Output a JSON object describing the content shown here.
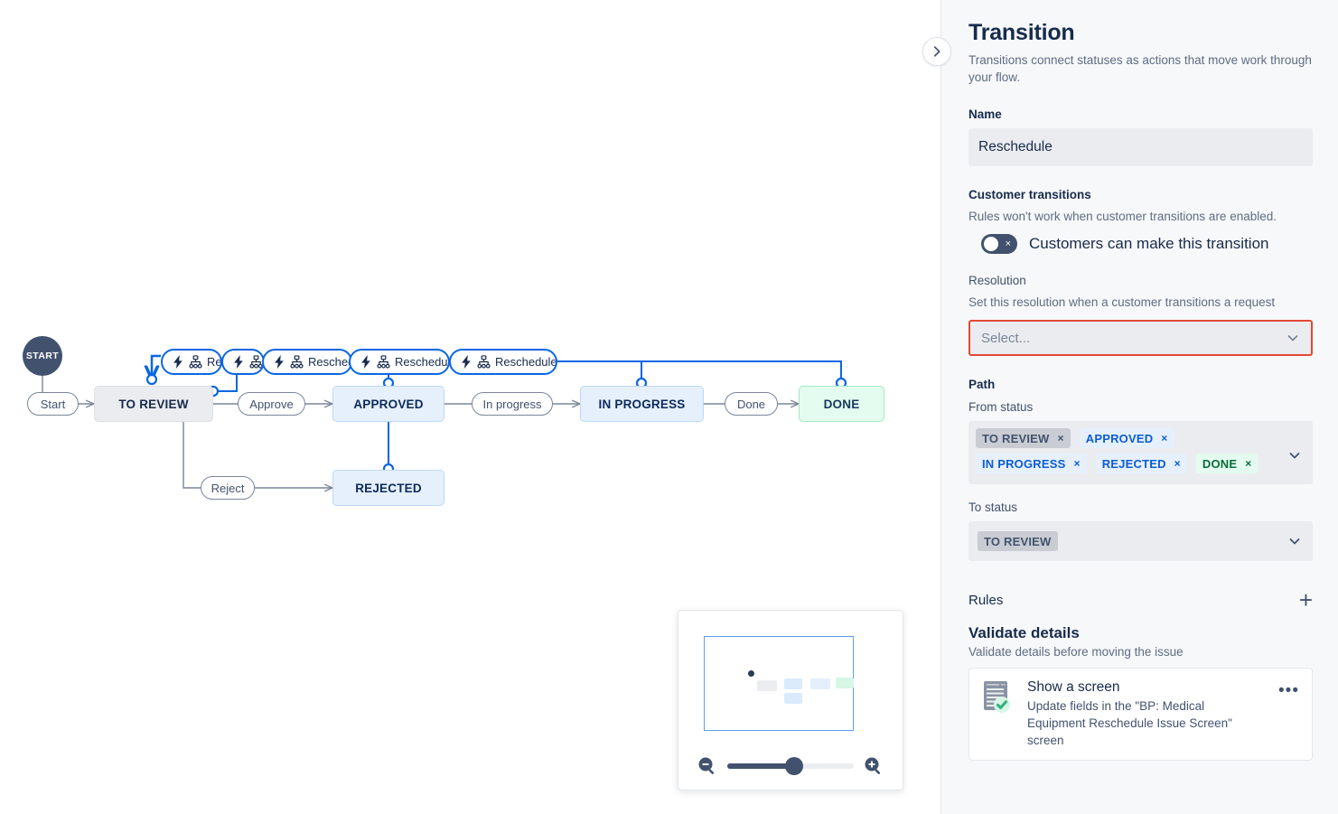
{
  "canvas": {
    "start_node": {
      "label": "START"
    },
    "statuses": [
      {
        "id": "to-review",
        "label": "TO REVIEW",
        "color": "#ebecf0"
      },
      {
        "id": "approved",
        "label": "APPROVED",
        "color": "#e6f0fd"
      },
      {
        "id": "rejected",
        "label": "REJECTED",
        "color": "#e6f0fd"
      },
      {
        "id": "in-progress",
        "label": "IN PROGRESS",
        "color": "#e6f0fd"
      },
      {
        "id": "done",
        "label": "DONE",
        "color": "#e3fcef"
      }
    ],
    "transitions": [
      {
        "id": "start",
        "label": "Start"
      },
      {
        "id": "approve",
        "label": "Approve"
      },
      {
        "id": "reject",
        "label": "Reject"
      },
      {
        "id": "in-progress",
        "label": "In progress"
      },
      {
        "id": "done",
        "label": "Done"
      }
    ],
    "selected_transitions": [
      {
        "label": "Re"
      },
      {
        "label": ""
      },
      {
        "label": "Resched"
      },
      {
        "label": "Reschedule"
      },
      {
        "label": "Reschedule"
      }
    ],
    "selected_color": "#0b66e4"
  },
  "minimap": {
    "zoom_value": 53,
    "zoom_out_icon": "zoom-out-icon",
    "zoom_in_icon": "zoom-in-icon"
  },
  "panel": {
    "collapse_icon": "chevron-right-icon",
    "title": "Transition",
    "subtitle": "Transitions connect statuses as actions that move work through your flow.",
    "name": {
      "label": "Name",
      "value": "Reschedule"
    },
    "customer_transitions": {
      "label": "Customer transitions",
      "help": "Rules won't work when customer transitions are enabled.",
      "toggle_label": "Customers can make this transition",
      "toggle_state": "off",
      "toggle_glyph": "×"
    },
    "resolution": {
      "label": "Resolution",
      "help": "Set this resolution when a customer transitions a request",
      "placeholder": "Select...",
      "value": "",
      "has_error": true,
      "error_color": "#e34935"
    },
    "path": {
      "title": "Path",
      "from_label": "From status",
      "from_statuses": [
        {
          "label": "TO REVIEW",
          "variant": "chip-gray",
          "remove": "×"
        },
        {
          "label": "APPROVED",
          "variant": "chip-blue",
          "remove": "×"
        },
        {
          "label": "IN PROGRESS",
          "variant": "chip-blue",
          "remove": "×"
        },
        {
          "label": "REJECTED",
          "variant": "chip-blue",
          "remove": "×"
        },
        {
          "label": "DONE",
          "variant": "chip-green",
          "remove": "×"
        }
      ],
      "to_label": "To status",
      "to_status": {
        "label": "TO REVIEW",
        "variant": "chip-gray"
      }
    },
    "rules": {
      "title": "Rules",
      "add_glyph": "+",
      "group_title": "Validate details",
      "group_subtitle": "Validate details before moving the issue",
      "items": [
        {
          "name": "Show a screen",
          "description": "Update fields in the \"BP: Medical Equipment Reschedule Issue Screen\" screen",
          "icon": "screen-document-icon",
          "badge": "check-badge-icon",
          "more_glyph": "•••"
        }
      ]
    }
  }
}
